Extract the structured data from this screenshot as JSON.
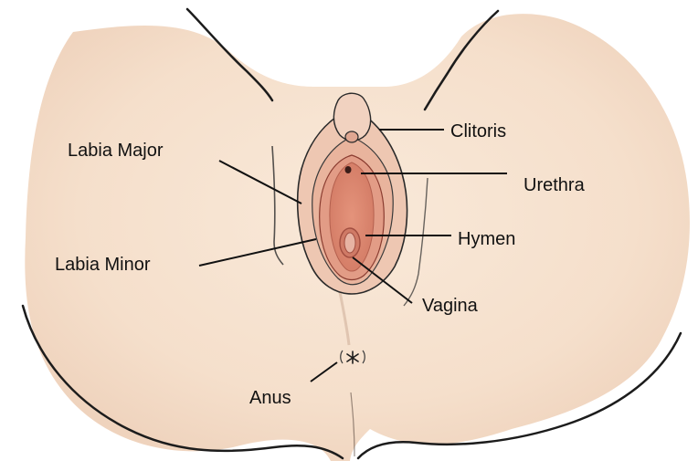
{
  "colors": {
    "skin": "#f6e2cf",
    "skin_shadow": "#ecccb4",
    "outline": "#1c1c1c",
    "labia_outer": "#eab9a1",
    "labia_inner": "#e29b84",
    "vestibule": "#d9826b",
    "vestibule_deep": "#c86e5b",
    "hymen_ring": "#b85b4c",
    "leader_line": "#111111"
  },
  "labels": {
    "clitoris": "Clitoris",
    "labia_major": "Labia Major",
    "urethra": "Urethra",
    "hymen": "Hymen",
    "labia_minor": "Labia Minor",
    "vagina": "Vagina",
    "anus": "Anus"
  }
}
